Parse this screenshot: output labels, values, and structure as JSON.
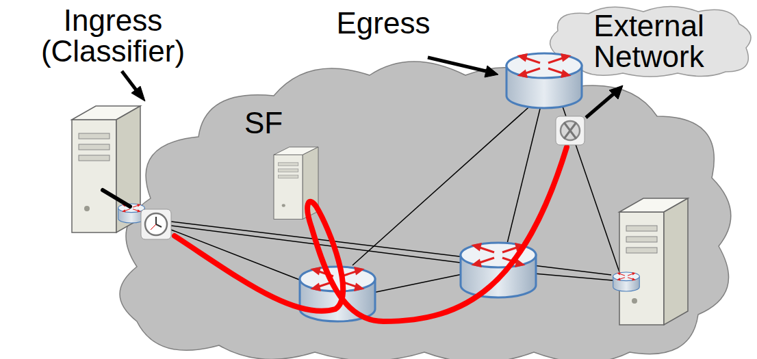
{
  "diagram": {
    "nodes": [
      {
        "text": [
          "External Network"
        ]
      }
    ],
    "labels": [
      "Ingress (Classifier)",
      "Egress",
      "SF"
    ]
  }
}
